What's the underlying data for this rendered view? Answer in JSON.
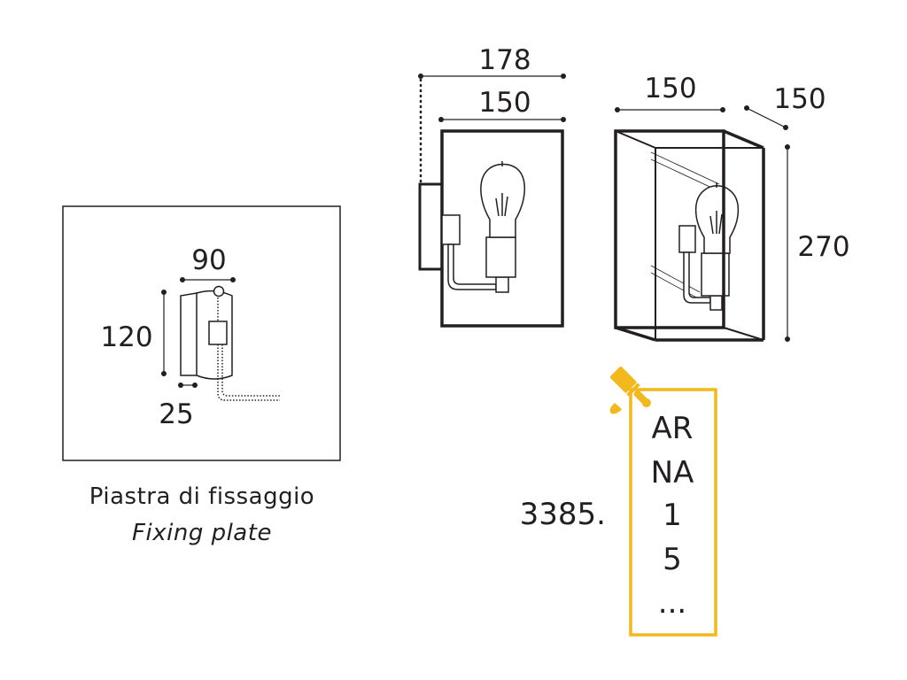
{
  "dimensions": {
    "side_total_width": "178",
    "side_width": "150",
    "front_width": "150",
    "depth": "150",
    "height": "270",
    "plate_width": "90",
    "plate_height": "120",
    "plate_offset": "25"
  },
  "fixing_plate": {
    "caption_it": "Piastra di fissaggio",
    "caption_en": "Fixing plate"
  },
  "finish": {
    "icon": "paint-brush-icon",
    "accent_color": "#f2b81c",
    "product_code_prefix": "3385.",
    "options": [
      "AR",
      "NA",
      "1",
      "5",
      "..."
    ]
  }
}
